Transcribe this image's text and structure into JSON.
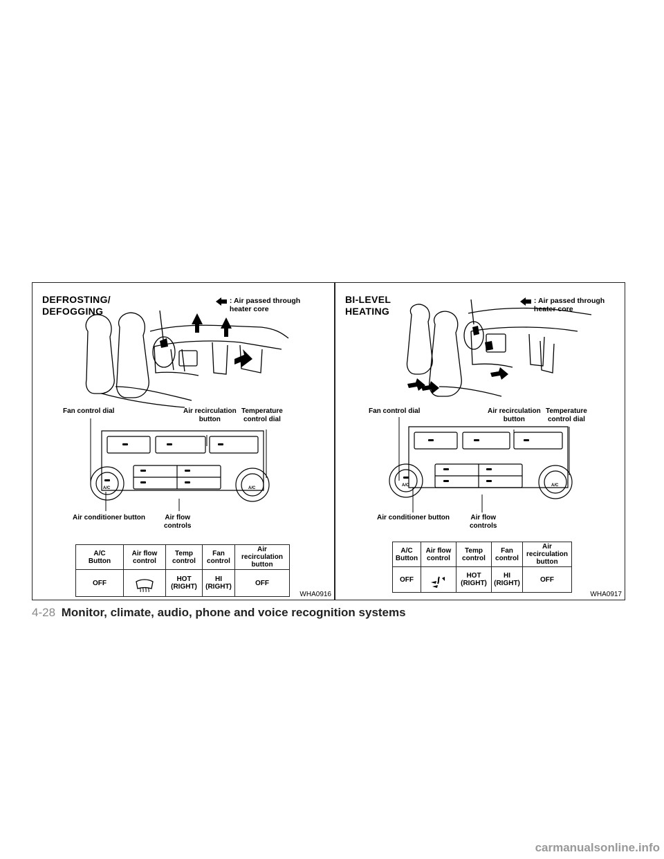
{
  "left_panel": {
    "title": "DEFROSTING/\nDEFOGGING",
    "legend": ": Air passed through\n  heater core",
    "labels": {
      "fan_control_dial": "Fan control dial",
      "air_recirculation_button": "Air recirculation\nbutton",
      "temperature_control_dial": "Temperature\ncontrol dial",
      "air_conditioner_button": "Air conditioner button",
      "air_flow_controls": "Air flow\ncontrols"
    },
    "table": {
      "headers": [
        "A/C\nButton",
        "Air flow\ncontrol",
        "Temp\ncontrol",
        "Fan\ncontrol",
        "Air\nrecirculation\nbutton"
      ],
      "row": [
        "OFF",
        "",
        "HOT\n(RIGHT)",
        "HI\n(RIGHT)",
        "OFF"
      ],
      "airflow_icon": "defrost-icon"
    },
    "figure_code": "WHA0916"
  },
  "right_panel": {
    "title": "BI-LEVEL\nHEATING",
    "legend": ": Air passed through\n  heater core",
    "labels": {
      "fan_control_dial": "Fan control dial",
      "air_recirculation_button": "Air recirculation\nbutton",
      "temperature_control_dial": "Temperature\ncontrol dial",
      "air_conditioner_button": "Air conditioner button",
      "air_flow_controls": "Air flow\ncontrols"
    },
    "table": {
      "headers": [
        "A/C\nButton",
        "Air flow\ncontrol",
        "Temp\ncontrol",
        "Fan\ncontrol",
        "Air\nrecirculation\nbutton"
      ],
      "row": [
        "OFF",
        "",
        "HOT\n(RIGHT)",
        "HI\n(RIGHT)",
        "OFF"
      ],
      "airflow_icon": "bi-level-icon"
    },
    "figure_code": "WHA0917"
  },
  "dial_label": "A/C",
  "footer": {
    "page_number": "4-28",
    "section_title": "Monitor, climate, audio, phone and voice recognition systems"
  },
  "watermark": "carmanualsonline.info"
}
